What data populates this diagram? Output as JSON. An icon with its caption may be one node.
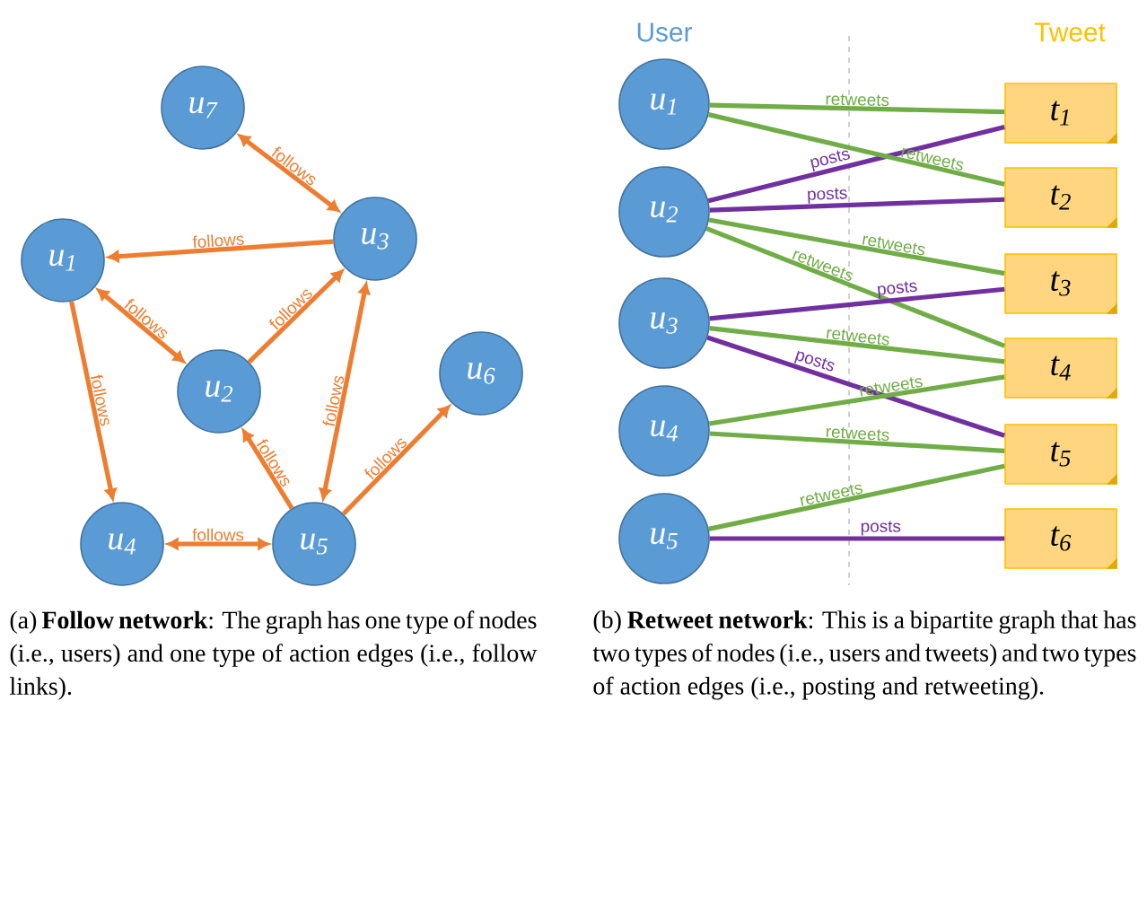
{
  "diagram": {
    "nodes": [
      {
        "text": [
          "u$_{7}$"
        ]
      },
      {
        "text": [
          "u$_{3}$"
        ]
      },
      {
        "text": [
          "u$_{1}$"
        ]
      },
      {
        "text": [
          "u$_{2}$"
        ]
      },
      {
        "text": [
          "u$_{6}$"
        ]
      },
      {
        "text": [
          "u$_{4}$"
        ]
      },
      {
        "text": [
          "u$_{5}$"
        ]
      },
      {
        "text": [
          "u$_{1}$"
        ]
      },
      {
        "text": [
          "u$_{2}$"
        ]
      },
      {
        "text": [
          "u$_{3}$"
        ]
      },
      {
        "text": [
          "u$_{4}$"
        ]
      },
      {
        "text": [
          "u$_{5}$"
        ]
      },
      {
        "text": [
          "t$_{1}$"
        ]
      },
      {
        "text": [
          "t$_{2}$"
        ]
      },
      {
        "text": [
          "t$_{3}$"
        ]
      },
      {
        "text": [
          "t$_{4}$"
        ]
      },
      {
        "text": [
          "t$_{5}$"
        ]
      },
      {
        "text": [
          "t$_{6}$"
        ]
      }
    ],
    "edges": [
      {
        "from": 0,
        "to": 1,
        "arrow": "both",
        "label": "follows"
      },
      {
        "from": 1,
        "to": 2,
        "arrow": "to",
        "label": "follows"
      },
      {
        "from": 2,
        "to": 3,
        "arrow": "both",
        "label": "follows"
      },
      {
        "from": 3,
        "to": 1,
        "arrow": "to",
        "label": "follows"
      },
      {
        "from": 2,
        "to": 5,
        "arrow": "to",
        "label": "follows"
      },
      {
        "from": 6,
        "to": 1,
        "arrow": "both",
        "label": "follows"
      },
      {
        "from": 6,
        "to": 3,
        "arrow": "to",
        "label": "follows"
      },
      {
        "from": 6,
        "to": 4,
        "arrow": "to",
        "label": "follows"
      },
      {
        "from": 5,
        "to": 6,
        "arrow": "both",
        "label": "follows"
      },
      {
        "from": 7,
        "to": 12,
        "arrow": "none",
        "label": "retweets",
        "color": "#70ad47"
      },
      {
        "from": 8,
        "to": 12,
        "arrow": "none",
        "label": "posts",
        "color": "#7030a0"
      },
      {
        "from": 7,
        "to": 13,
        "arrow": "none",
        "label": "retweets",
        "color": "#70ad47"
      },
      {
        "from": 8,
        "to": 13,
        "arrow": "none",
        "label": "posts",
        "color": "#7030a0"
      },
      {
        "from": 8,
        "to": 14,
        "arrow": "none",
        "label": "retweets",
        "color": "#70ad47"
      },
      {
        "from": 8,
        "to": 15,
        "arrow": "none",
        "label": "retweets",
        "color": "#70ad47"
      },
      {
        "from": 9,
        "to": 14,
        "arrow": "none",
        "label": "posts",
        "color": "#7030a0"
      },
      {
        "from": 9,
        "to": 15,
        "arrow": "none",
        "label": "retweets",
        "color": "#70ad47"
      },
      {
        "from": 9,
        "to": 16,
        "arrow": "none",
        "label": "posts",
        "color": "#7030a0"
      },
      {
        "from": 10,
        "to": 15,
        "arrow": "none",
        "label": "retweets",
        "color": "#70ad47"
      },
      {
        "from": 10,
        "to": 16,
        "arrow": "none",
        "label": "retweets",
        "color": "#70ad47"
      },
      {
        "from": 11,
        "to": 16,
        "arrow": "none",
        "label": "retweets",
        "color": "#70ad47"
      },
      {
        "from": 11,
        "to": 17,
        "arrow": "none",
        "label": "posts",
        "color": "#7030a0"
      }
    ],
    "labels": [
      "User",
      "Tweet",
      "(a) **Follow network**: The graph has one type of nodes (i.e., users) and one type of action edges (i.e., follow links).",
      "(b) **Retweet network**: This is a bipartite graph that has two types of nodes (i.e., users and tweets) and two types of action edges (i.e., posting and retweeting)."
    ]
  }
}
